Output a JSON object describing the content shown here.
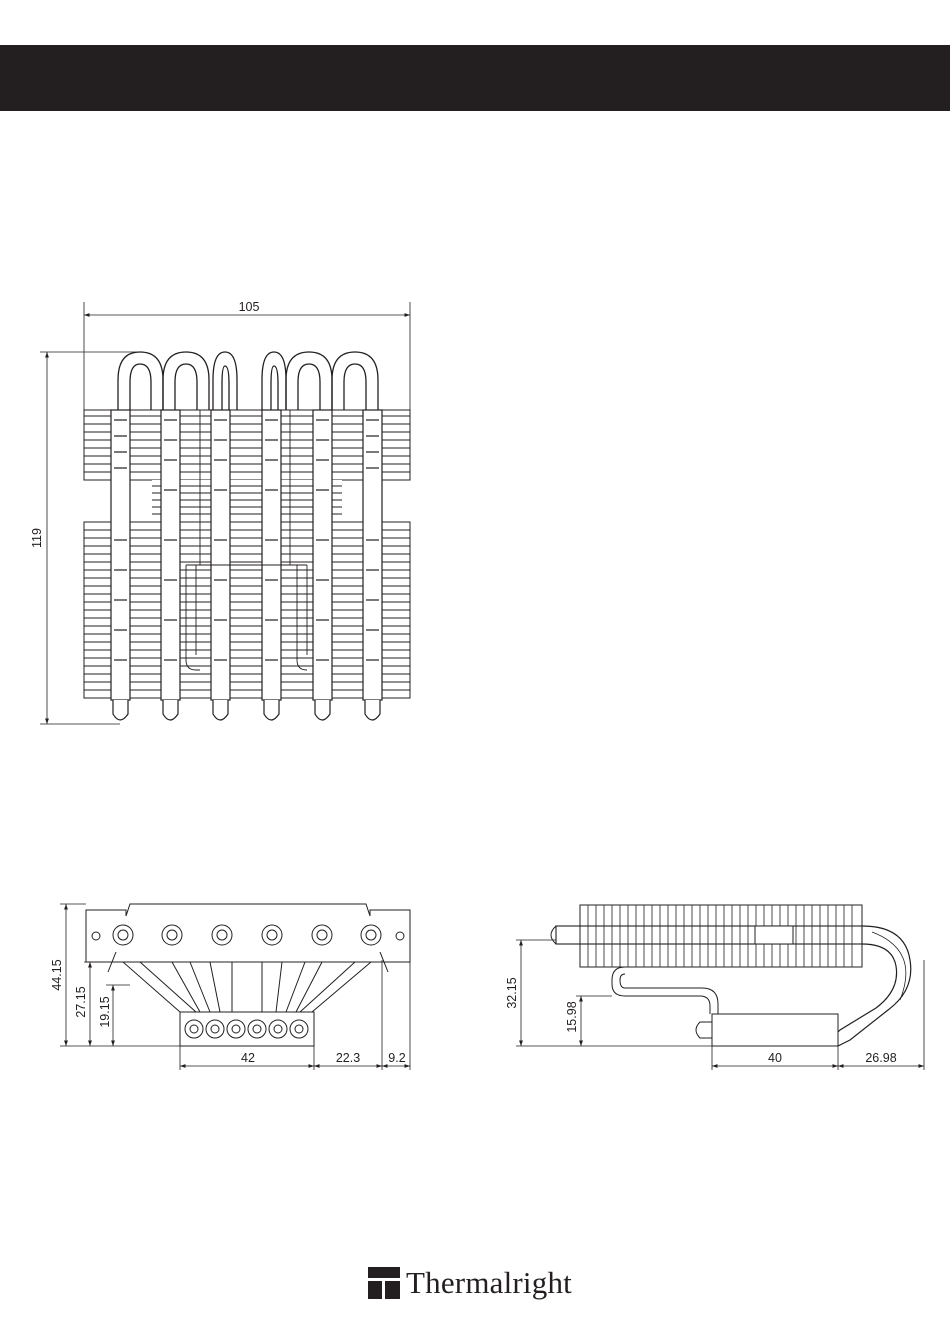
{
  "brand": {
    "name": "Thermalright",
    "header_color": "#231f20"
  },
  "top_view": {
    "width_label": "105",
    "height_label": "119"
  },
  "front_view": {
    "labels": [
      "44.15",
      "27.15",
      "19.15",
      "42",
      "22.3",
      "9.2"
    ]
  },
  "side_view": {
    "labels": [
      "32.15",
      "15.98",
      "40",
      "26.98"
    ]
  }
}
